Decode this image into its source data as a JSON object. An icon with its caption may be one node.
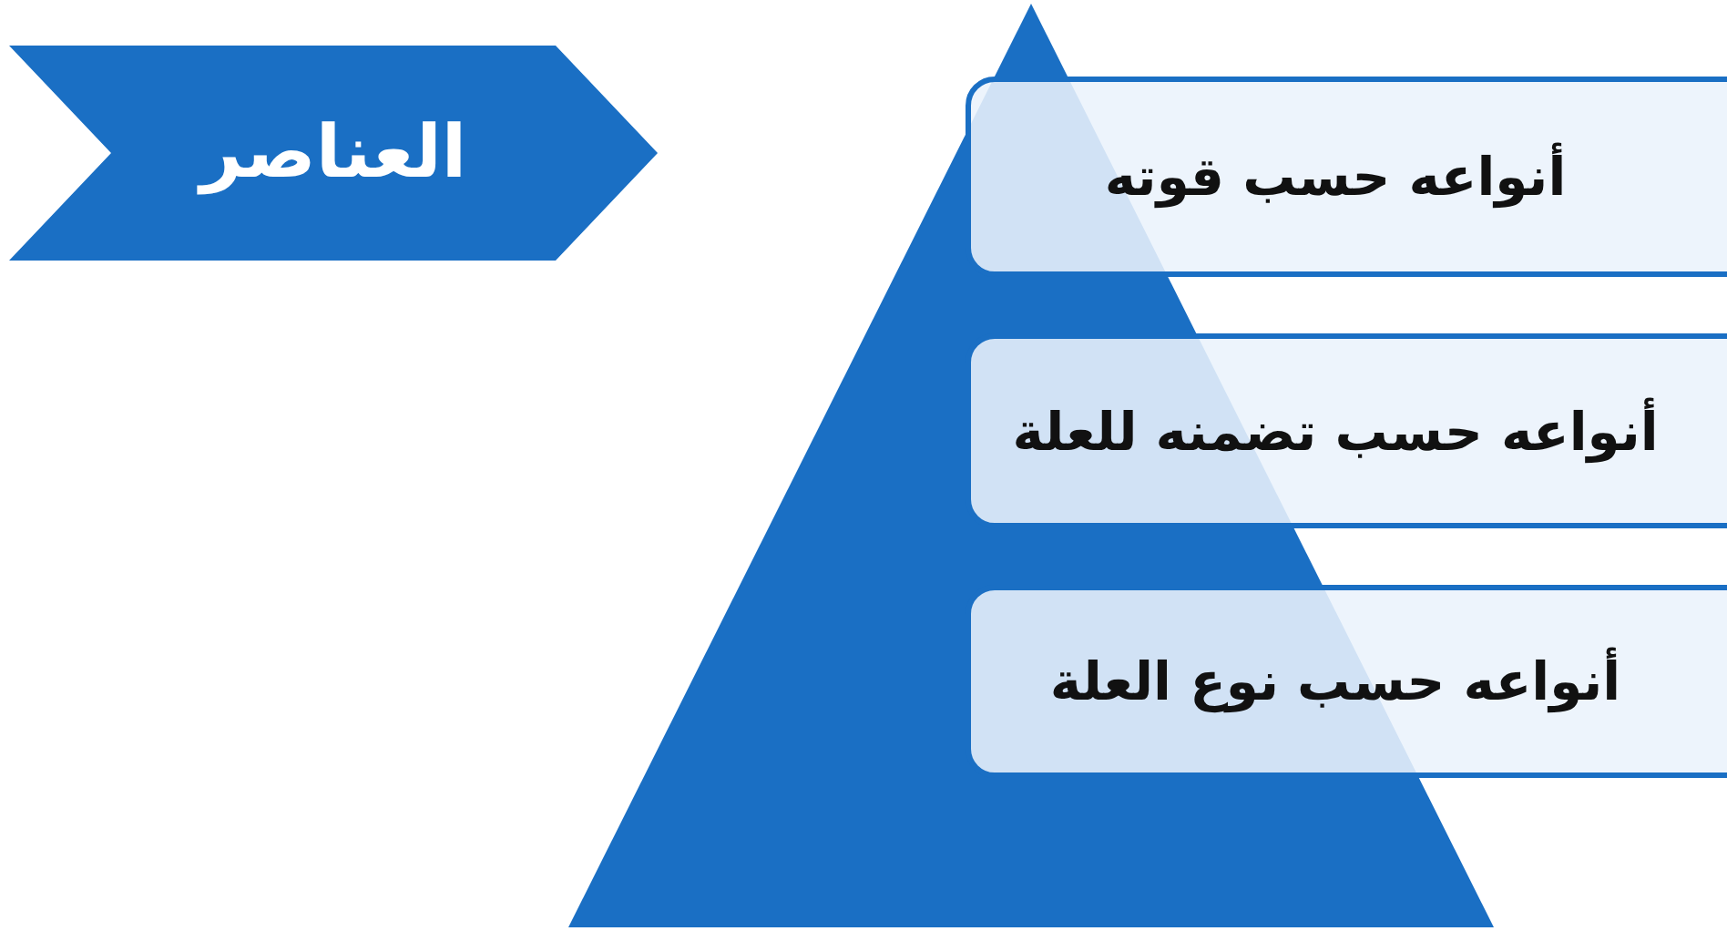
{
  "diagram": {
    "nodes": [
      {
        "text": [
          "العناصر"
        ]
      },
      {
        "text": [
          "أنواعه حسب قوته"
        ]
      },
      {
        "text": [
          "أنواعه حسب تضمنه للعلة"
        ]
      },
      {
        "text": [
          "أنواعه حسب نوع العلة"
        ]
      }
    ]
  }
}
